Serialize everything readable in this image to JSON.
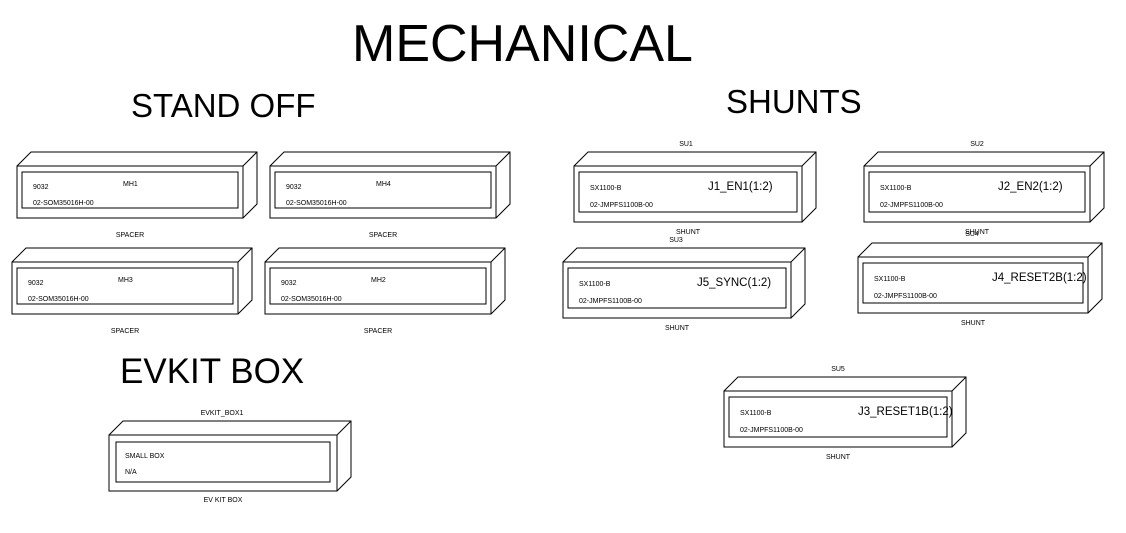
{
  "titles": {
    "main": "MECHANICAL",
    "standoff": "STAND OFF",
    "shunts": "SHUNTS",
    "evkit": "EVKIT BOX"
  },
  "standoffs": [
    {
      "ref": "MH1",
      "part": "9032",
      "pn": "02-SOM35016H-00",
      "label": "SPACER"
    },
    {
      "ref": "MH4",
      "part": "9032",
      "pn": "02-SOM35016H-00",
      "label": "SPACER"
    },
    {
      "ref": "MH3",
      "part": "9032",
      "pn": "02-SOM35016H-00",
      "label": "SPACER"
    },
    {
      "ref": "MH2",
      "part": "9032",
      "pn": "02-SOM35016H-00",
      "label": "SPACER"
    }
  ],
  "shunts": [
    {
      "ref": "SU1",
      "part": "SX1100-B",
      "pn": "02-JMPFS1100B-00",
      "name": "J1_EN1(1:2)",
      "label": "SHUNT"
    },
    {
      "ref": "SU2",
      "part": "SX1100-B",
      "pn": "02-JMPFS1100B-00",
      "name": "J2_EN2(1:2)",
      "label": "SHUNT"
    },
    {
      "ref": "SU3",
      "part": "SX1100-B",
      "pn": "02-JMPFS1100B-00",
      "name": "J5_SYNC(1:2)",
      "label": "SHUNT"
    },
    {
      "ref": "SU4",
      "part": "SX1100-B",
      "pn": "02-JMPFS1100B-00",
      "name": "J4_RESET2B(1:2)",
      "label": "SHUNT"
    },
    {
      "ref": "SU5",
      "part": "SX1100-B",
      "pn": "02-JMPFS1100B-00",
      "name": "J3_RESET1B(1:2)",
      "label": "SHUNT"
    }
  ],
  "evkit_box": {
    "ref": "EVKIT_BOX1",
    "part": "SMALL BOX",
    "pn": "N/A",
    "label": "EV KIT BOX"
  }
}
